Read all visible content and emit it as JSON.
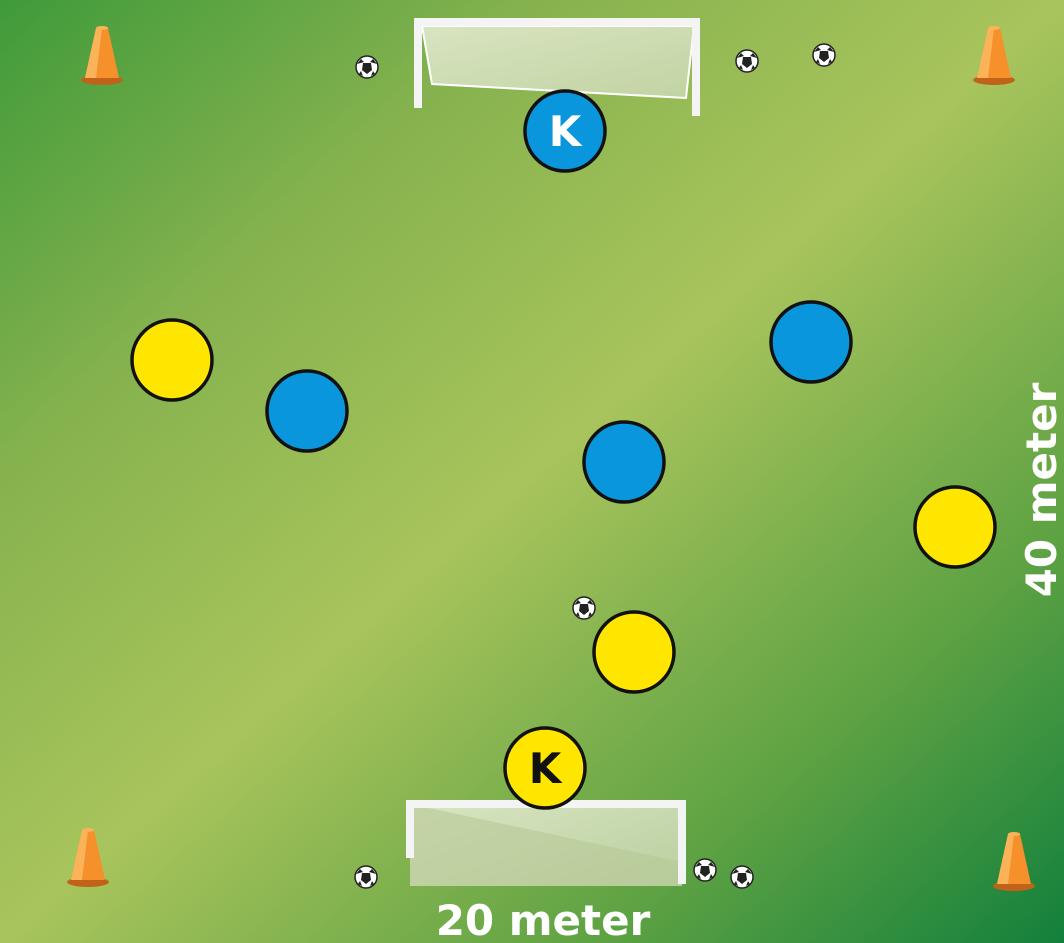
{
  "dimensions": {
    "width_label": "20 meter",
    "length_label": "40 meter"
  },
  "players": {
    "blue_keeper_label": "K",
    "yellow_keeper_label": "K"
  },
  "colors": {
    "field_dark": "#3f9a3a",
    "field_light": "#a7c25a",
    "field_corner": "#12803c",
    "team_blue": "#0a96dc",
    "team_yellow": "#ffe600",
    "cone": "#f5902a",
    "label": "#ffffff"
  },
  "items": {
    "cones": 4,
    "goals": 2,
    "balls": 7,
    "blue_field_players": 3,
    "yellow_field_players": 3
  }
}
